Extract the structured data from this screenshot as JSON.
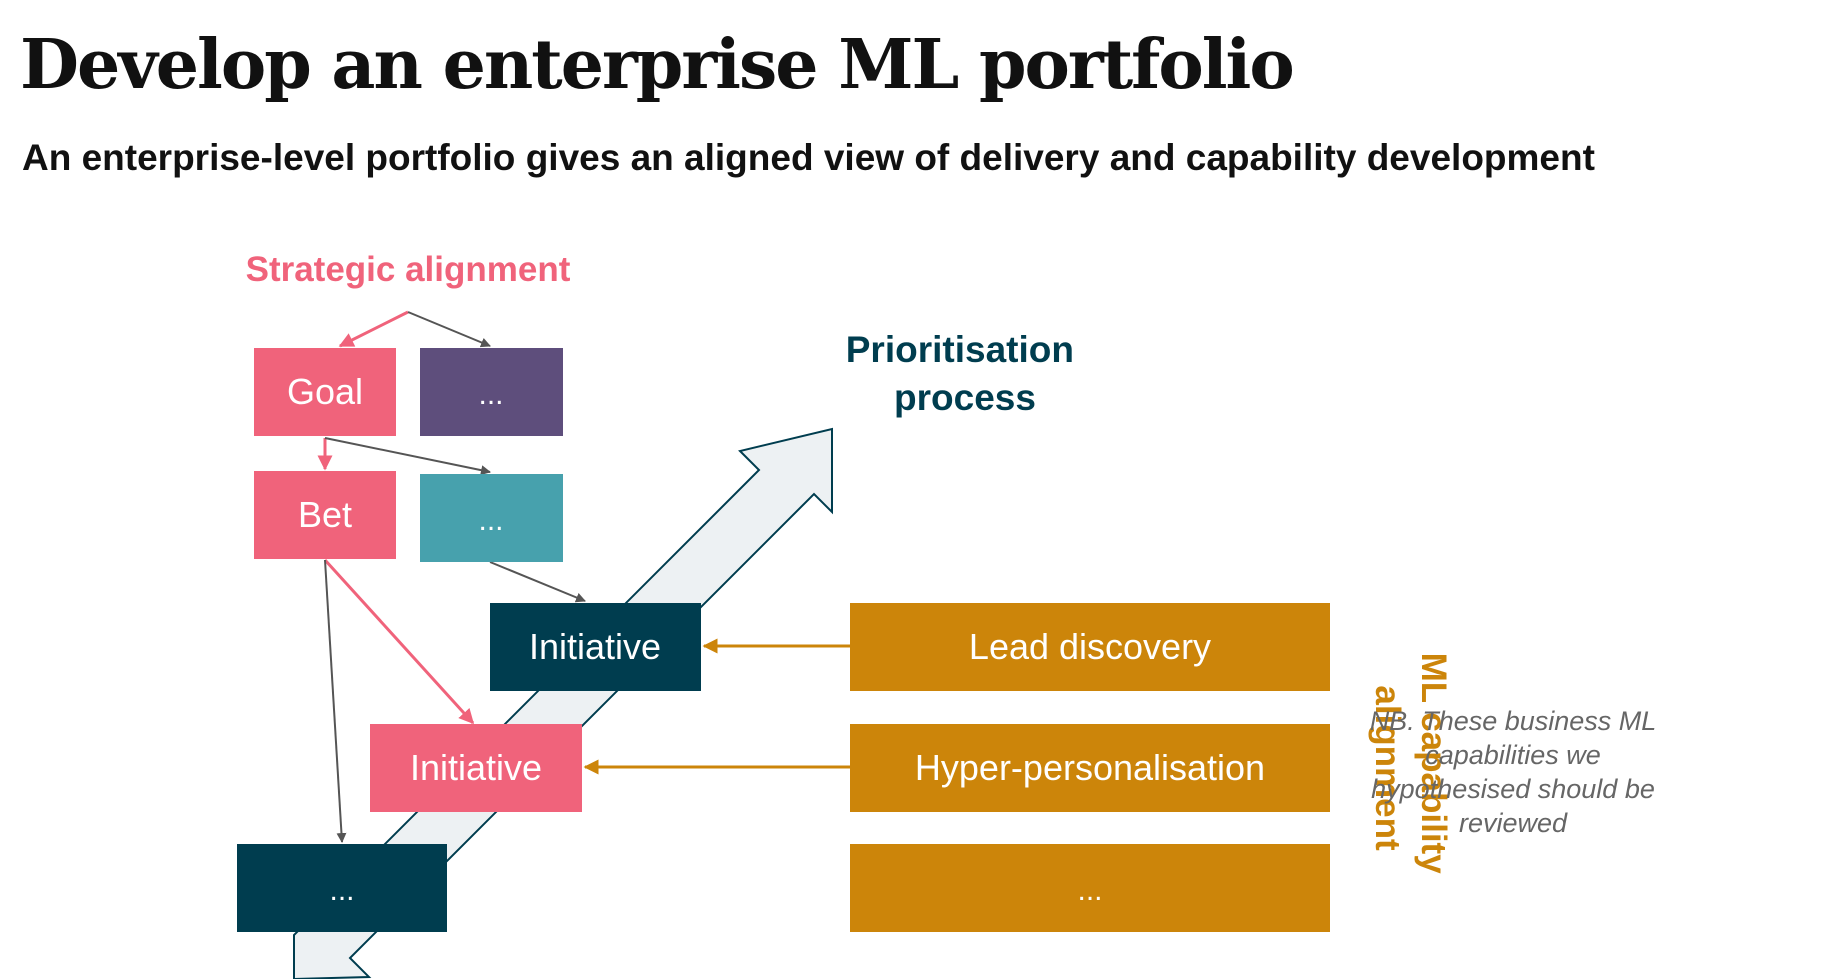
{
  "header": {
    "title": "Develop an enterprise ML portfolio",
    "subtitle": "An enterprise-level portfolio gives an aligned view of delivery and capability development"
  },
  "labels": {
    "strategic_alignment": "Strategic alignment",
    "prioritisation_line1": "Prioritisation",
    "prioritisation_line2": "process",
    "ml_capability_line1": "ML capability",
    "ml_capability_line2": "alignment"
  },
  "boxes": {
    "goal": "Goal",
    "goal_sibling": "...",
    "bet": "Bet",
    "bet_sibling": "...",
    "initiative_dark": "Initiative",
    "initiative_pink": "Initiative",
    "bottom_dark": "...",
    "capability_1": "Lead discovery",
    "capability_2": "Hyper-personalisation",
    "capability_3": "..."
  },
  "note": {
    "text": "NB. These business ML capabilities we hypothesised should be reviewed"
  },
  "colors": {
    "pink": "#F0637B",
    "purple": "#5E4E7C",
    "teal": "#47A1AD",
    "dark_teal": "#003D4F",
    "orange": "#CC850A",
    "arrow_fill": "#EDF1F3",
    "connector_grey": "#666666"
  }
}
